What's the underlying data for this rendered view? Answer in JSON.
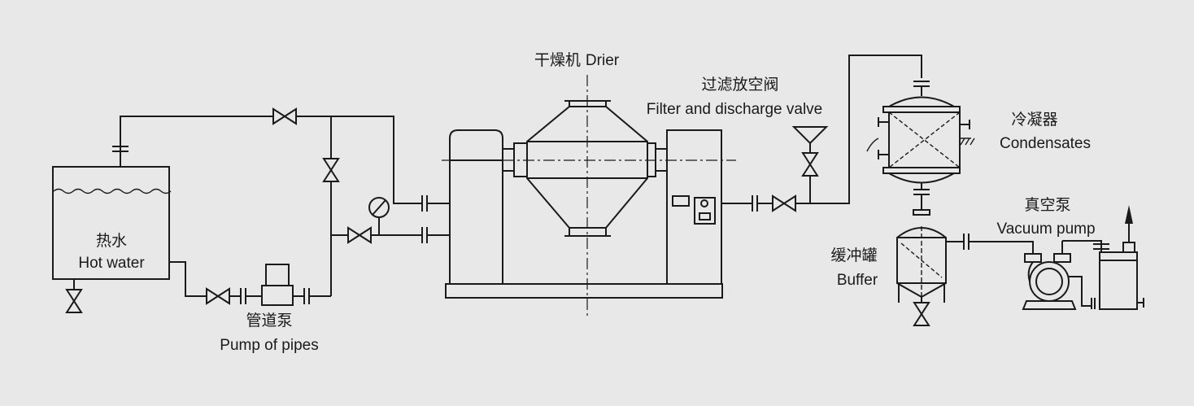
{
  "labels": {
    "drier_cn": "干燥机",
    "drier_en": "Drier",
    "filter_cn": "过滤放空阀",
    "filter_en": "Filter and discharge valve",
    "condenser_cn": "冷凝器",
    "condenser_en": "Condensates",
    "vacuum_cn": "真空泵",
    "vacuum_en": "Vacuum pump",
    "buffer_cn": "缓冲罐",
    "buffer_en": "Buffer",
    "hotwater_cn": "热水",
    "hotwater_en": "Hot water",
    "pipepump_cn": "管道泵",
    "pipepump_en": "Pump of pipes"
  },
  "colors": {
    "background": "#e8e8e8",
    "line": "#1a1a1a"
  }
}
